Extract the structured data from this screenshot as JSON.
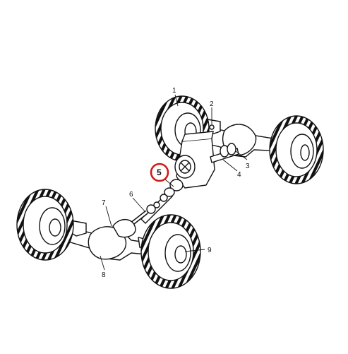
{
  "callouts": [
    {
      "id": "1",
      "label": "1"
    },
    {
      "id": "2",
      "label": "2"
    },
    {
      "id": "3",
      "label": "3"
    },
    {
      "id": "4",
      "label": "4"
    },
    {
      "id": "5",
      "label": "5",
      "highlighted": true
    },
    {
      "id": "6",
      "label": "6"
    },
    {
      "id": "7",
      "label": "7"
    },
    {
      "id": "8",
      "label": "8"
    },
    {
      "id": "9",
      "label": "9"
    }
  ],
  "colors": {
    "background": "#ffffff",
    "line": "#111111",
    "highlight": "#d11a1a"
  }
}
